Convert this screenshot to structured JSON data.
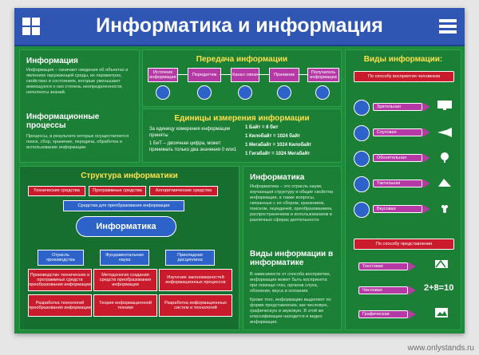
{
  "header": {
    "title": "Информатика и информация"
  },
  "left_top": {
    "info_title": "Информация",
    "info_text": "Информация – означает сведения об объектах и явлениях окружающей среды, их параметрах, свойствах и состояниях, которые уменьшают имеющуюся о них степень неопределенности, неполноты знаний.",
    "processes_title": "Информационные процессы",
    "processes_text": "Процессы, в результате которых осуществляется поиск, сбор, хранение, передача, обработка и использование информации."
  },
  "transmission": {
    "title": "Передача информации",
    "steps": [
      "Источник информации",
      "Передатчик",
      "Канал связи",
      "Приемник",
      "Получатель информации"
    ]
  },
  "units": {
    "title": "Единицы измерения информации",
    "left_lines": [
      "За единицу измерения информации приняты",
      "1 БиТ – двоичная цифра, может принимать только два значения 0 или1"
    ],
    "right_lines": [
      "1 Байт = 8 бит",
      "1 Килобайт = 1024 байт",
      "1 Мегабайт = 1024 Килобайт",
      "1 Гигабайт = 1024 Мегабайт"
    ]
  },
  "types": {
    "title": "Виды информации:",
    "perception_title": "По способу восприятия человеком",
    "perception_items": [
      "Зрительная",
      "Слуховая",
      "Обонятельная",
      "Тактильная",
      "Вкусовая"
    ],
    "representation_title": "По способу представления",
    "representation_items": [
      "Текстовая",
      "Числовая",
      "Графическая"
    ],
    "numeric_example": "2+8=10"
  },
  "structure": {
    "title": "Структура информатики",
    "top_boxes": [
      "Технические средства",
      "Программные средства",
      "Алгоритмические средства"
    ],
    "tools_box": "Средства для преобразования информации",
    "center": "Информатика",
    "branches": [
      {
        "name": "Отрасль производства",
        "box1": "Производство технических и программных средств преобразования информации",
        "box2": "Разработка технологий преобразования информации"
      },
      {
        "name": "Фундаментальная наука",
        "box1": "Методология создания средств преобразования информации",
        "box2": "Теория информационной техники"
      },
      {
        "name": "Прикладная дисциплина",
        "box1": "Изучение закономерностей информационных процессов",
        "box2": "Разработка информационных систем и технологий"
      }
    ]
  },
  "center_right": {
    "informatics_title": "Информатика",
    "informatics_text": "Информатика – это отрасль науки, изучающая структуру и общие свойства информации, а также вопросы, связанные с ее сбором, хранением, поиском, передачей, преобразованием, распространением и использованием в различных сферах деятельности.",
    "types_title": "Виды информации в информатике",
    "types_text_1": "В зависимости от способа восприятия, информация может быть воспринята при помощи глаз, органов слуха, обоняния, вкуса и осязания.",
    "types_text_2": "Кроме того, информацию выделяют по форме представления, как числовую, графическую и звуковую. В этой же классификации находится и видео информация."
  },
  "watermark": "www.onlystands.ru"
}
